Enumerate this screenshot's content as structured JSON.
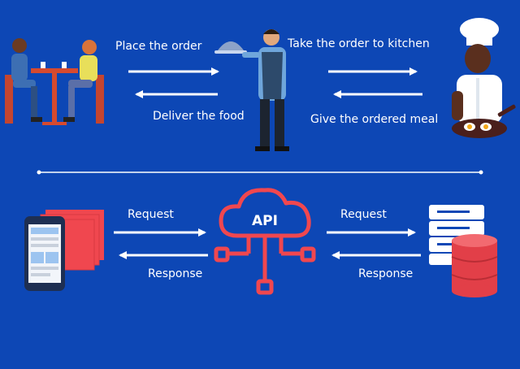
{
  "restaurant": {
    "place_order": "Place the order",
    "take_order": "Take the order to kitchen",
    "deliver_food": "Deliver the food",
    "give_meal": "Give the ordered meal"
  },
  "api_flow": {
    "api_label": "API",
    "request_left": "Request",
    "response_left": "Response",
    "request_right": "Request",
    "response_right": "Response"
  },
  "icons": {
    "diners": "diners-at-table-icon",
    "waiter": "waiter-with-tray-icon",
    "chef": "chef-icon",
    "client": "mobile-client-icon",
    "api": "api-cloud-icon",
    "server": "database-server-icon"
  },
  "colors": {
    "background": "#0d47b5",
    "accent": "#f0474f",
    "arrow": "#ffffff"
  }
}
